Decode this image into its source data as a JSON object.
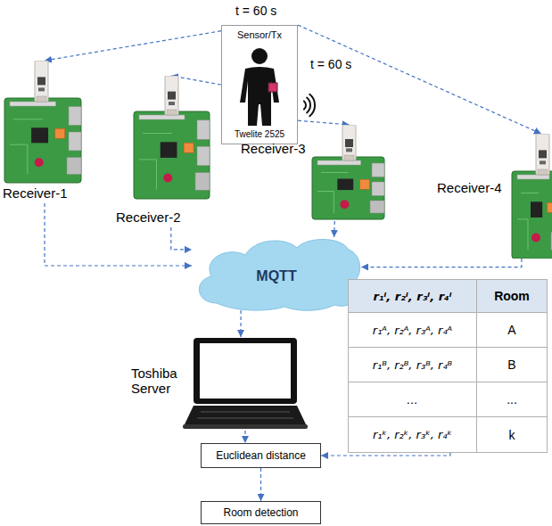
{
  "diagram": {
    "nodes": [
      {
        "text": [
          "Sensor/Tx",
          "Twelite 2525"
        ]
      },
      {
        "text": [
          "Receiver-1"
        ]
      },
      {
        "text": [
          "Receiver-2"
        ]
      },
      {
        "text": [
          "Receiver-3"
        ]
      },
      {
        "text": [
          "Receiver-4"
        ]
      },
      {
        "text": [
          "MQTT"
        ]
      },
      {
        "text": [
          "r₁ⁱ, r₂ⁱ, r₃ⁱ, r₄ⁱ",
          "Room",
          "r₁ᴬ, r₂ᴬ, r₃ᴬ, r₄ᴬ",
          "A",
          "r₁ᴮ, r₂ᴮ, r₃ᴮ, r₄ᴮ",
          "B",
          "...",
          "...",
          "r₁ᵏ, r₂ᵏ, r₃ᵏ, r₄ᵏ",
          "k"
        ]
      },
      {
        "text": [
          "Toshiba Server"
        ]
      },
      {
        "text": [
          "Euclidean distance"
        ]
      },
      {
        "text": [
          "Room detection"
        ]
      }
    ],
    "edges": [
      {
        "from": 0,
        "to": 1,
        "arrow": "to"
      },
      {
        "from": 0,
        "to": 2,
        "arrow": "to"
      },
      {
        "from": 0,
        "to": 3,
        "arrow": "to"
      },
      {
        "from": 0,
        "to": 4,
        "arrow": "to"
      },
      {
        "from": 1,
        "to": 5,
        "arrow": "to"
      },
      {
        "from": 2,
        "to": 5,
        "arrow": "to"
      },
      {
        "from": 3,
        "to": 5,
        "arrow": "to"
      },
      {
        "from": 4,
        "to": 5,
        "arrow": "to"
      },
      {
        "from": 5,
        "to": 7,
        "arrow": "to"
      },
      {
        "from": 7,
        "to": 8,
        "arrow": "to"
      },
      {
        "from": 6,
        "to": 8,
        "arrow": "to"
      },
      {
        "from": 8,
        "to": 9,
        "arrow": "to"
      }
    ],
    "labels": [
      "t = 60 s",
      "t = 60 s"
    ]
  }
}
